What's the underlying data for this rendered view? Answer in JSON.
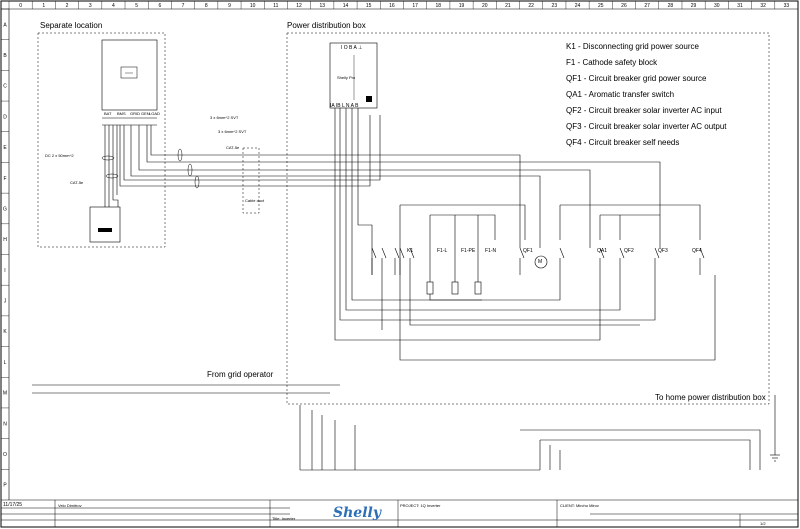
{
  "grid": {
    "columns": [
      "0",
      "1",
      "2",
      "3",
      "4",
      "5",
      "6",
      "7",
      "8",
      "9",
      "10",
      "11",
      "12",
      "13",
      "14",
      "15",
      "16",
      "17",
      "18",
      "19",
      "20",
      "21",
      "22",
      "23",
      "24",
      "25",
      "26",
      "27",
      "28",
      "29",
      "30",
      "31",
      "32",
      "33"
    ],
    "rows": [
      "A",
      "B",
      "C",
      "D",
      "E",
      "F",
      "G",
      "H",
      "I",
      "J",
      "K",
      "L",
      "M",
      "N",
      "O",
      "P"
    ]
  },
  "areas": {
    "separate_location": "Separate location",
    "power_distribution_box": "Power distribution box",
    "cable_duct": "Cable duct"
  },
  "legend": [
    "K1 - Disconnecting grid power source",
    "F1 - Cathode safety block",
    "QF1 - Circuit breaker grid power source",
    "QA1 - Aromatic transfer switch",
    "QF2 - Circuit breaker solar inverter AC input",
    "QF3 - Circuit breaker solar inverter AC output",
    "QF4 - Circuit breaker self needs"
  ],
  "cables": {
    "c1": "3 x 6mm^2 SVT",
    "c2": "3 x 6mm^2 SVT",
    "c3": "CAT-5e",
    "c4": "DC 2 x 50mm^2",
    "c5": "CAT-5e"
  },
  "inverter": {
    "terminals": [
      "BAT",
      "BMS",
      "GRID",
      "GEN",
      "LOAD"
    ]
  },
  "device": {
    "top_marks": "I  O  B  A  ⊥",
    "bottom_marks": "IA  IB  L  N  A  B",
    "name": "Shelly Pro"
  },
  "components": {
    "k1": "K1",
    "f1l": "F1-L",
    "f1pe": "F1-PE",
    "f1n": "F1-N",
    "qf1": "QF1",
    "qa1": "QA1",
    "qf2": "QF2",
    "qf3": "QF3",
    "qf4": "QF4",
    "motor": "M"
  },
  "notes": {
    "grid": "From grid operator",
    "home": "To home power distribution box"
  },
  "title_block": {
    "date": "11/17/25",
    "author": "Velo Dimitrov",
    "project": "PROJECT: 1Q Inverter",
    "title": "Title: Inverter",
    "client": "CLIENT: Mircho Mirov",
    "sheet": "1/2",
    "brand": "Shelly"
  }
}
